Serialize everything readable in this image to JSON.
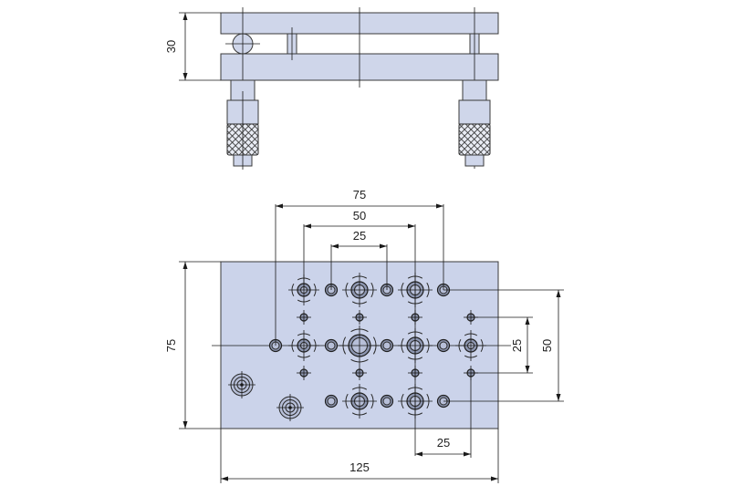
{
  "side_view": {
    "height_dim": "30"
  },
  "top_view": {
    "dim_75_top": "75",
    "dim_50_top": "50",
    "dim_25_top": "25",
    "dim_75_left": "75",
    "dim_25_right": "25",
    "dim_50_right": "50",
    "dim_25_bottom": "25",
    "dim_125_bottom": "125"
  },
  "colors": {
    "plate": "#cbd3ea",
    "line": "#1a1a1a",
    "knurl": "#2b2b2b"
  }
}
